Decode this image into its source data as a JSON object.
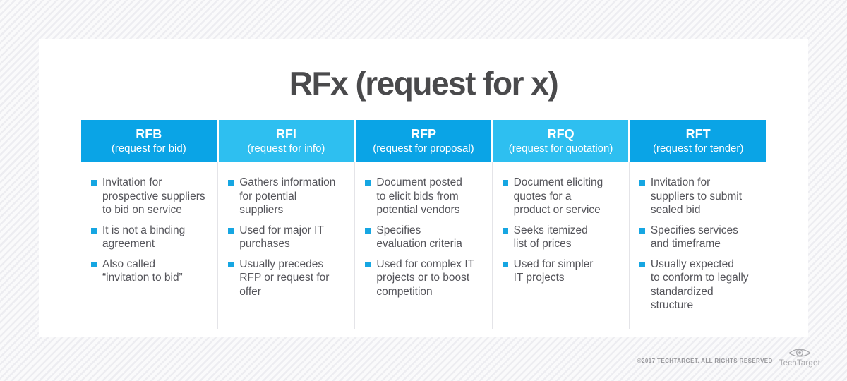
{
  "title": "RFx (request for x)",
  "colors": {
    "header_dark": "#0aa4e6",
    "header_light": "#2ebff0",
    "bullet_square": "#16a6e2",
    "title_text": "#4a4a4c",
    "body_text": "#54545a",
    "header_text": "#ffffff",
    "stripe": "#ededf1",
    "footer_text": "#98989c",
    "logo_gray": "#a7a7ab"
  },
  "table": {
    "columns": [
      {
        "abbr": "RFB",
        "subtitle": "(request for bid)",
        "header_color": "#0aa4e6",
        "bullets": [
          "Invitation for\nprospective suppliers\nto bid on service",
          "It is not a binding\nagreement",
          "Also called\n“invitation to bid”"
        ]
      },
      {
        "abbr": "RFI",
        "subtitle": "(request for info)",
        "header_color": "#2ebff0",
        "bullets": [
          "Gathers information\nfor potential\nsuppliers",
          "Used for major IT\npurchases",
          "Usually precedes\nRFP or request for\noffer"
        ]
      },
      {
        "abbr": "RFP",
        "subtitle": "(request for proposal)",
        "header_color": "#0aa4e6",
        "bullets": [
          "Document posted\nto elicit bids from\npotential vendors",
          "Specifies\nevaluation criteria",
          "Used for complex IT\nprojects or to boost\ncompetition"
        ]
      },
      {
        "abbr": "RFQ",
        "subtitle": "(request for quotation)",
        "header_color": "#2ebff0",
        "bullets": [
          "Document eliciting\nquotes for a\nproduct or service",
          "Seeks itemized\nlist of prices",
          "Used for simpler\nIT projects"
        ]
      },
      {
        "abbr": "RFT",
        "subtitle": "(request for tender)",
        "header_color": "#0aa4e6",
        "bullets": [
          "Invitation for\nsuppliers to submit\nsealed bid",
          "Specifies services\nand timeframe",
          "Usually expected\nto conform to legally\nstandardized\nstructure"
        ]
      }
    ]
  },
  "footer": {
    "copyright": "©2017 TECHTARGET. ALL RIGHTS RESERVED",
    "logo_text": "TechTarget"
  }
}
